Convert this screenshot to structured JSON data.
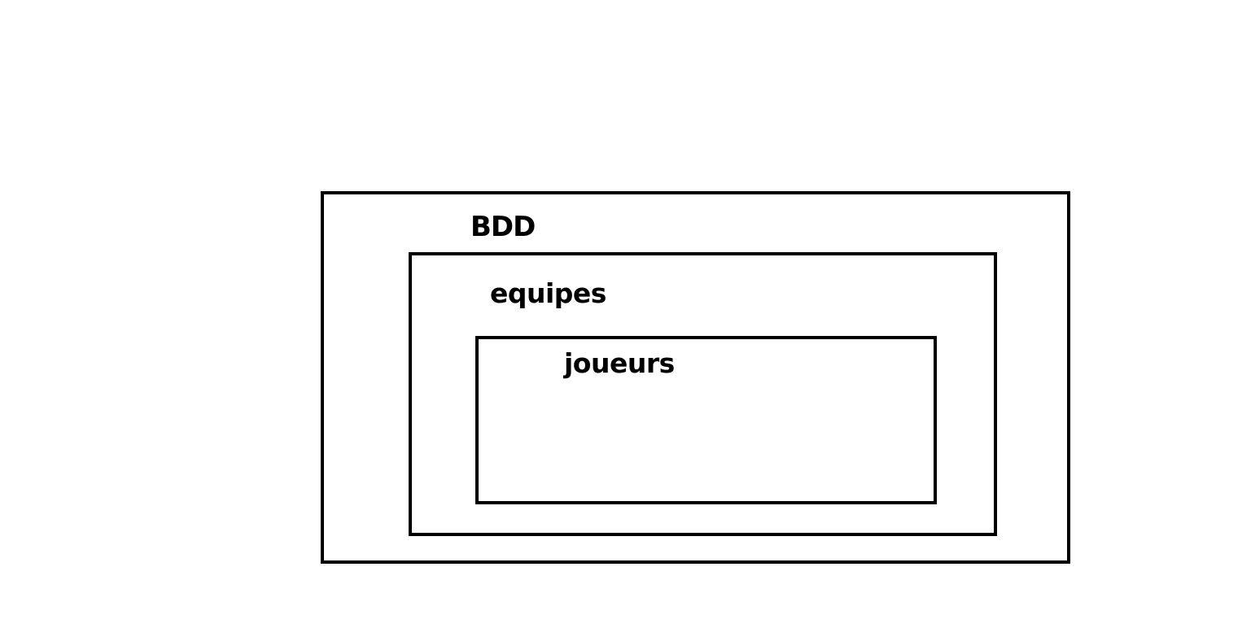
{
  "diagram": {
    "type": "nested-containers",
    "line_color": "#000000",
    "background_color": "#ffffff",
    "containers": [
      {
        "id": "bdd",
        "label": "BDD"
      },
      {
        "id": "equipes",
        "label": "equipes",
        "parent": "bdd"
      },
      {
        "id": "joueurs",
        "label": "joueurs",
        "parent": "equipes"
      }
    ]
  }
}
